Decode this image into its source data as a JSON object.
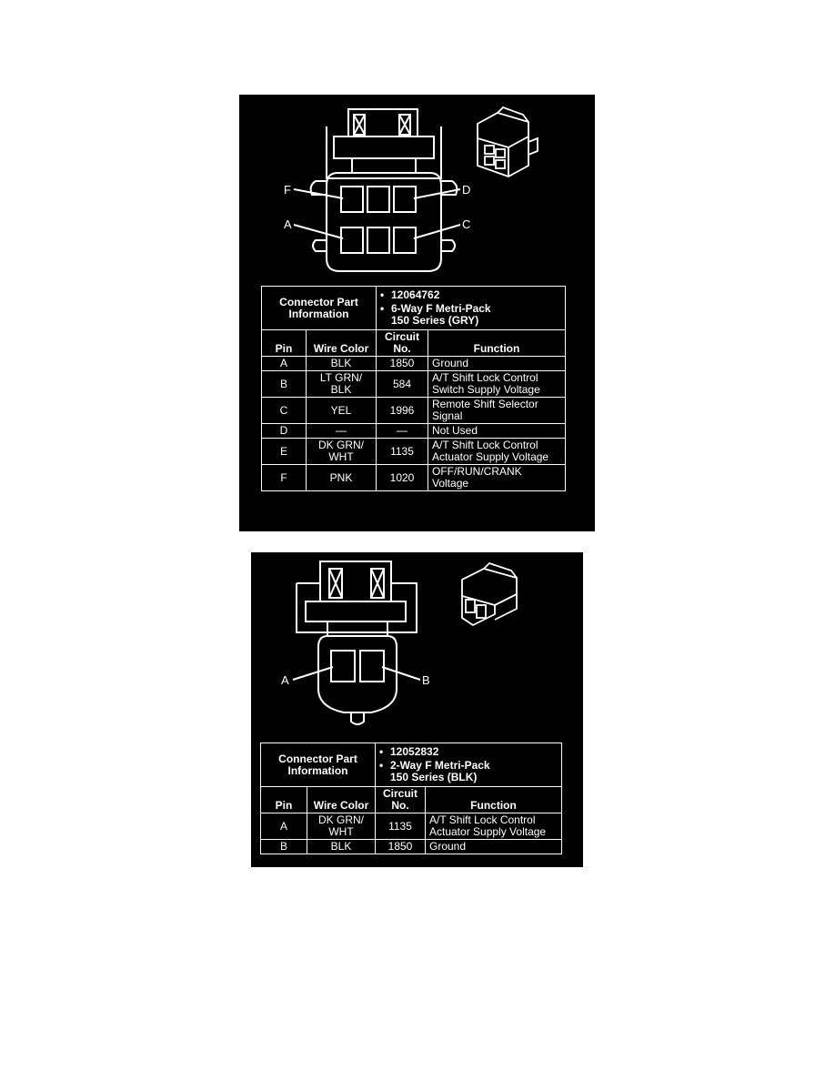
{
  "connector1": {
    "pin_labels": {
      "F": "F",
      "D": "D",
      "A": "A",
      "C": "C"
    },
    "info_label": "Connector Part Information",
    "part_number": "12064762",
    "part_desc_line1": "6-Way F Metri-Pack",
    "part_desc_line2": "150 Series (GRY)",
    "headers": {
      "pin": "Pin",
      "wire_color": "Wire Color",
      "circuit_no": "Circuit No.",
      "function": "Function"
    },
    "rows": [
      {
        "pin": "A",
        "wire": "BLK",
        "circuit": "1850",
        "function": "Ground"
      },
      {
        "pin": "B",
        "wire": "LT GRN/ BLK",
        "circuit": "584",
        "function": "A/T Shift Lock Control Switch Supply Voltage"
      },
      {
        "pin": "C",
        "wire": "YEL",
        "circuit": "1996",
        "function": "Remote Shift Selector Signal"
      },
      {
        "pin": "D",
        "wire": "—",
        "circuit": "—",
        "function": "Not Used"
      },
      {
        "pin": "E",
        "wire": "DK GRN/ WHT",
        "circuit": "1135",
        "function": "A/T Shift Lock Control Actuator Supply Voltage"
      },
      {
        "pin": "F",
        "wire": "PNK",
        "circuit": "1020",
        "function": "OFF/RUN/CRANK Voltage"
      }
    ]
  },
  "connector2": {
    "pin_labels": {
      "A": "A",
      "B": "B"
    },
    "info_label": "Connector Part Information",
    "part_number": "12052832",
    "part_desc_line1": "2-Way F Metri-Pack",
    "part_desc_line2": "150 Series (BLK)",
    "headers": {
      "pin": "Pin",
      "wire_color": "Wire Color",
      "circuit_no": "Circuit No.",
      "function": "Function"
    },
    "rows": [
      {
        "pin": "A",
        "wire": "DK GRN/ WHT",
        "circuit": "1135",
        "function": "A/T Shift Lock Control Actuator Supply Voltage"
      },
      {
        "pin": "B",
        "wire": "BLK",
        "circuit": "1850",
        "function": "Ground"
      }
    ]
  },
  "colors": {
    "panel_bg": "#000000",
    "line": "#ffffff",
    "page_bg": "#ffffff"
  }
}
